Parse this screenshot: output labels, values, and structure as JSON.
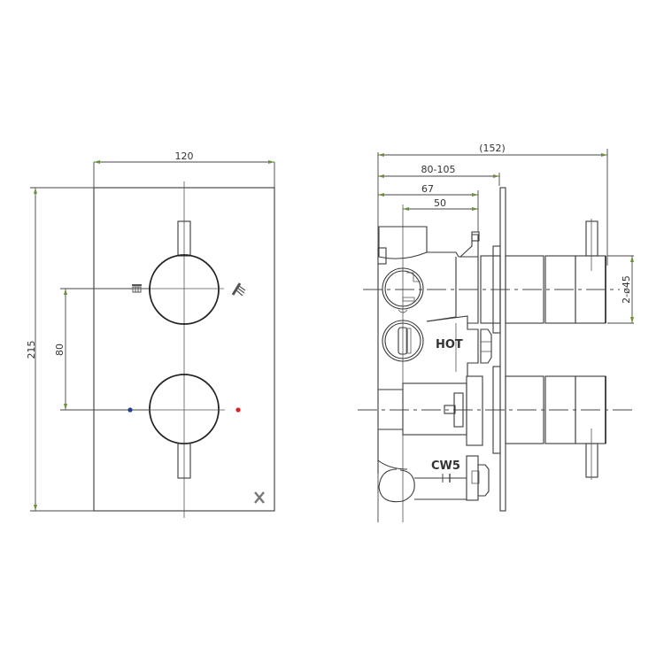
{
  "front_view": {
    "dimensions": {
      "width": "120",
      "height": "215",
      "spacing": "80"
    },
    "indicators": {
      "cold_color": "#1f3f8f",
      "hot_color": "#e02020"
    },
    "logo": "X"
  },
  "side_view": {
    "dimensions": {
      "overall": "(152)",
      "depth_range": "80-105",
      "depth_67": "67",
      "depth_50": "50",
      "knob_diameter": "2-ø45"
    },
    "labels": {
      "hot": "HOT",
      "cw5": "CW5",
      "cw5_symbol": "+I"
    }
  }
}
